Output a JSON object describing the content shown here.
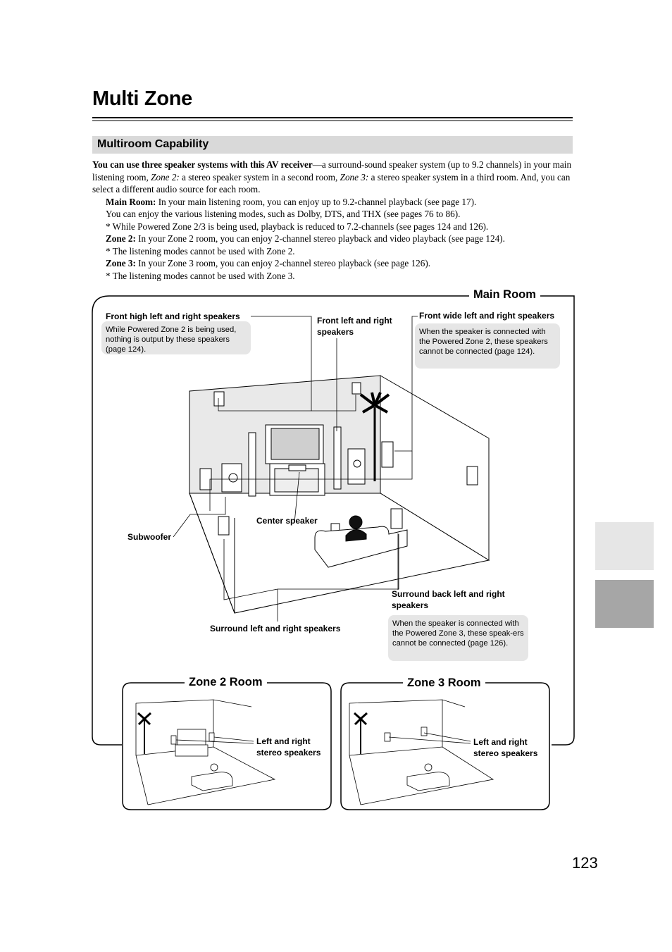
{
  "page": {
    "title": "Multi Zone",
    "section_title": "Multiroom Capability",
    "page_number": "123"
  },
  "intro": {
    "bold_lead": "You can use three speaker systems with this AV receiver",
    "t1": "—a surround-sound speaker system (up to 9.2 channels) in your main listening room, ",
    "zone2_it": "Zone 2:",
    "t2": " a stereo speaker system in a second room, ",
    "zone3_it": "Zone 3:",
    "t3": " a stereo speaker system in a third room. And, you can select a different audio source for each room."
  },
  "items": {
    "main_label": "Main Room:",
    "main_text": " In your main listening room, you can enjoy up to 9.2-channel playback (see page 17).",
    "main_text2": "You can enjoy the various listening modes, such as Dolby, DTS, and THX (see pages 76 to 86).",
    "main_note": "While Powered Zone 2/3 is being used, playback is reduced to 7.2-channels (see pages 124 and 126).",
    "zone2_label": "Zone 2:",
    "zone2_text": " In your Zone 2 room, you can enjoy 2-channel stereo playback and video playback (see page 124).",
    "zone2_note": "The listening modes cannot be used with Zone 2.",
    "zone3_label": "Zone 3:",
    "zone3_text": " In your Zone 3 room, you can enjoy 2-channel stereo playback (see page 126).",
    "zone3_note": "The listening modes cannot be used with Zone 3.",
    "note_mark": "*"
  },
  "diagram": {
    "main_room": "Main Room",
    "zone2_room": "Zone 2 Room",
    "zone3_room": "Zone 3 Room",
    "front_high_label": "Front high left and right speakers",
    "front_high_note": "While Powered Zone 2 is being used, nothing is output by these speakers (page 124).",
    "front_lr_label": "Front left and right speakers",
    "front_wide_label": "Front wide left and right speakers",
    "front_wide_note": "When the speaker is connected with the Powered Zone 2, these speakers cannot be connected (page 124).",
    "subwoofer_label": "Subwoofer",
    "center_label": "Center speaker",
    "surround_back_label": "Surround back left and right speakers",
    "surround_back_note": "When the speaker is connected with the Powered Zone 3, these speak-ers cannot be connected (page 126).",
    "surround_label": "Surround left and right speakers",
    "zone2_speakers_label": "Left and right stereo speakers",
    "zone3_speakers_label": "Left and right stereo speakers"
  }
}
